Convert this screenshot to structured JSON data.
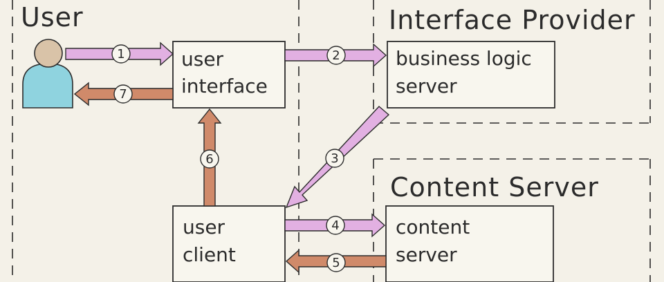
{
  "regions": {
    "user": {
      "title": "User"
    },
    "interface_provider": {
      "title": "Interface Provider"
    },
    "content_server": {
      "title": "Content Server"
    }
  },
  "nodes": {
    "user_interface": {
      "line1": "user",
      "line2": "interface"
    },
    "business_logic_server": {
      "line1": "business logic",
      "line2": "server"
    },
    "user_client": {
      "line1": "user",
      "line2": "client"
    },
    "content_server": {
      "line1": "content",
      "line2": "server"
    }
  },
  "steps": {
    "s1": "1",
    "s2": "2",
    "s3": "3",
    "s4": "4",
    "s5": "5",
    "s6": "6",
    "s7": "7"
  },
  "colors": {
    "background": "#f4f1e8",
    "request_arrow": "#e2b0e2",
    "response_arrow": "#d08a6a",
    "user_head": "#d9c3a8",
    "user_body": "#8fd3df",
    "ink": "#2b2b2b"
  }
}
